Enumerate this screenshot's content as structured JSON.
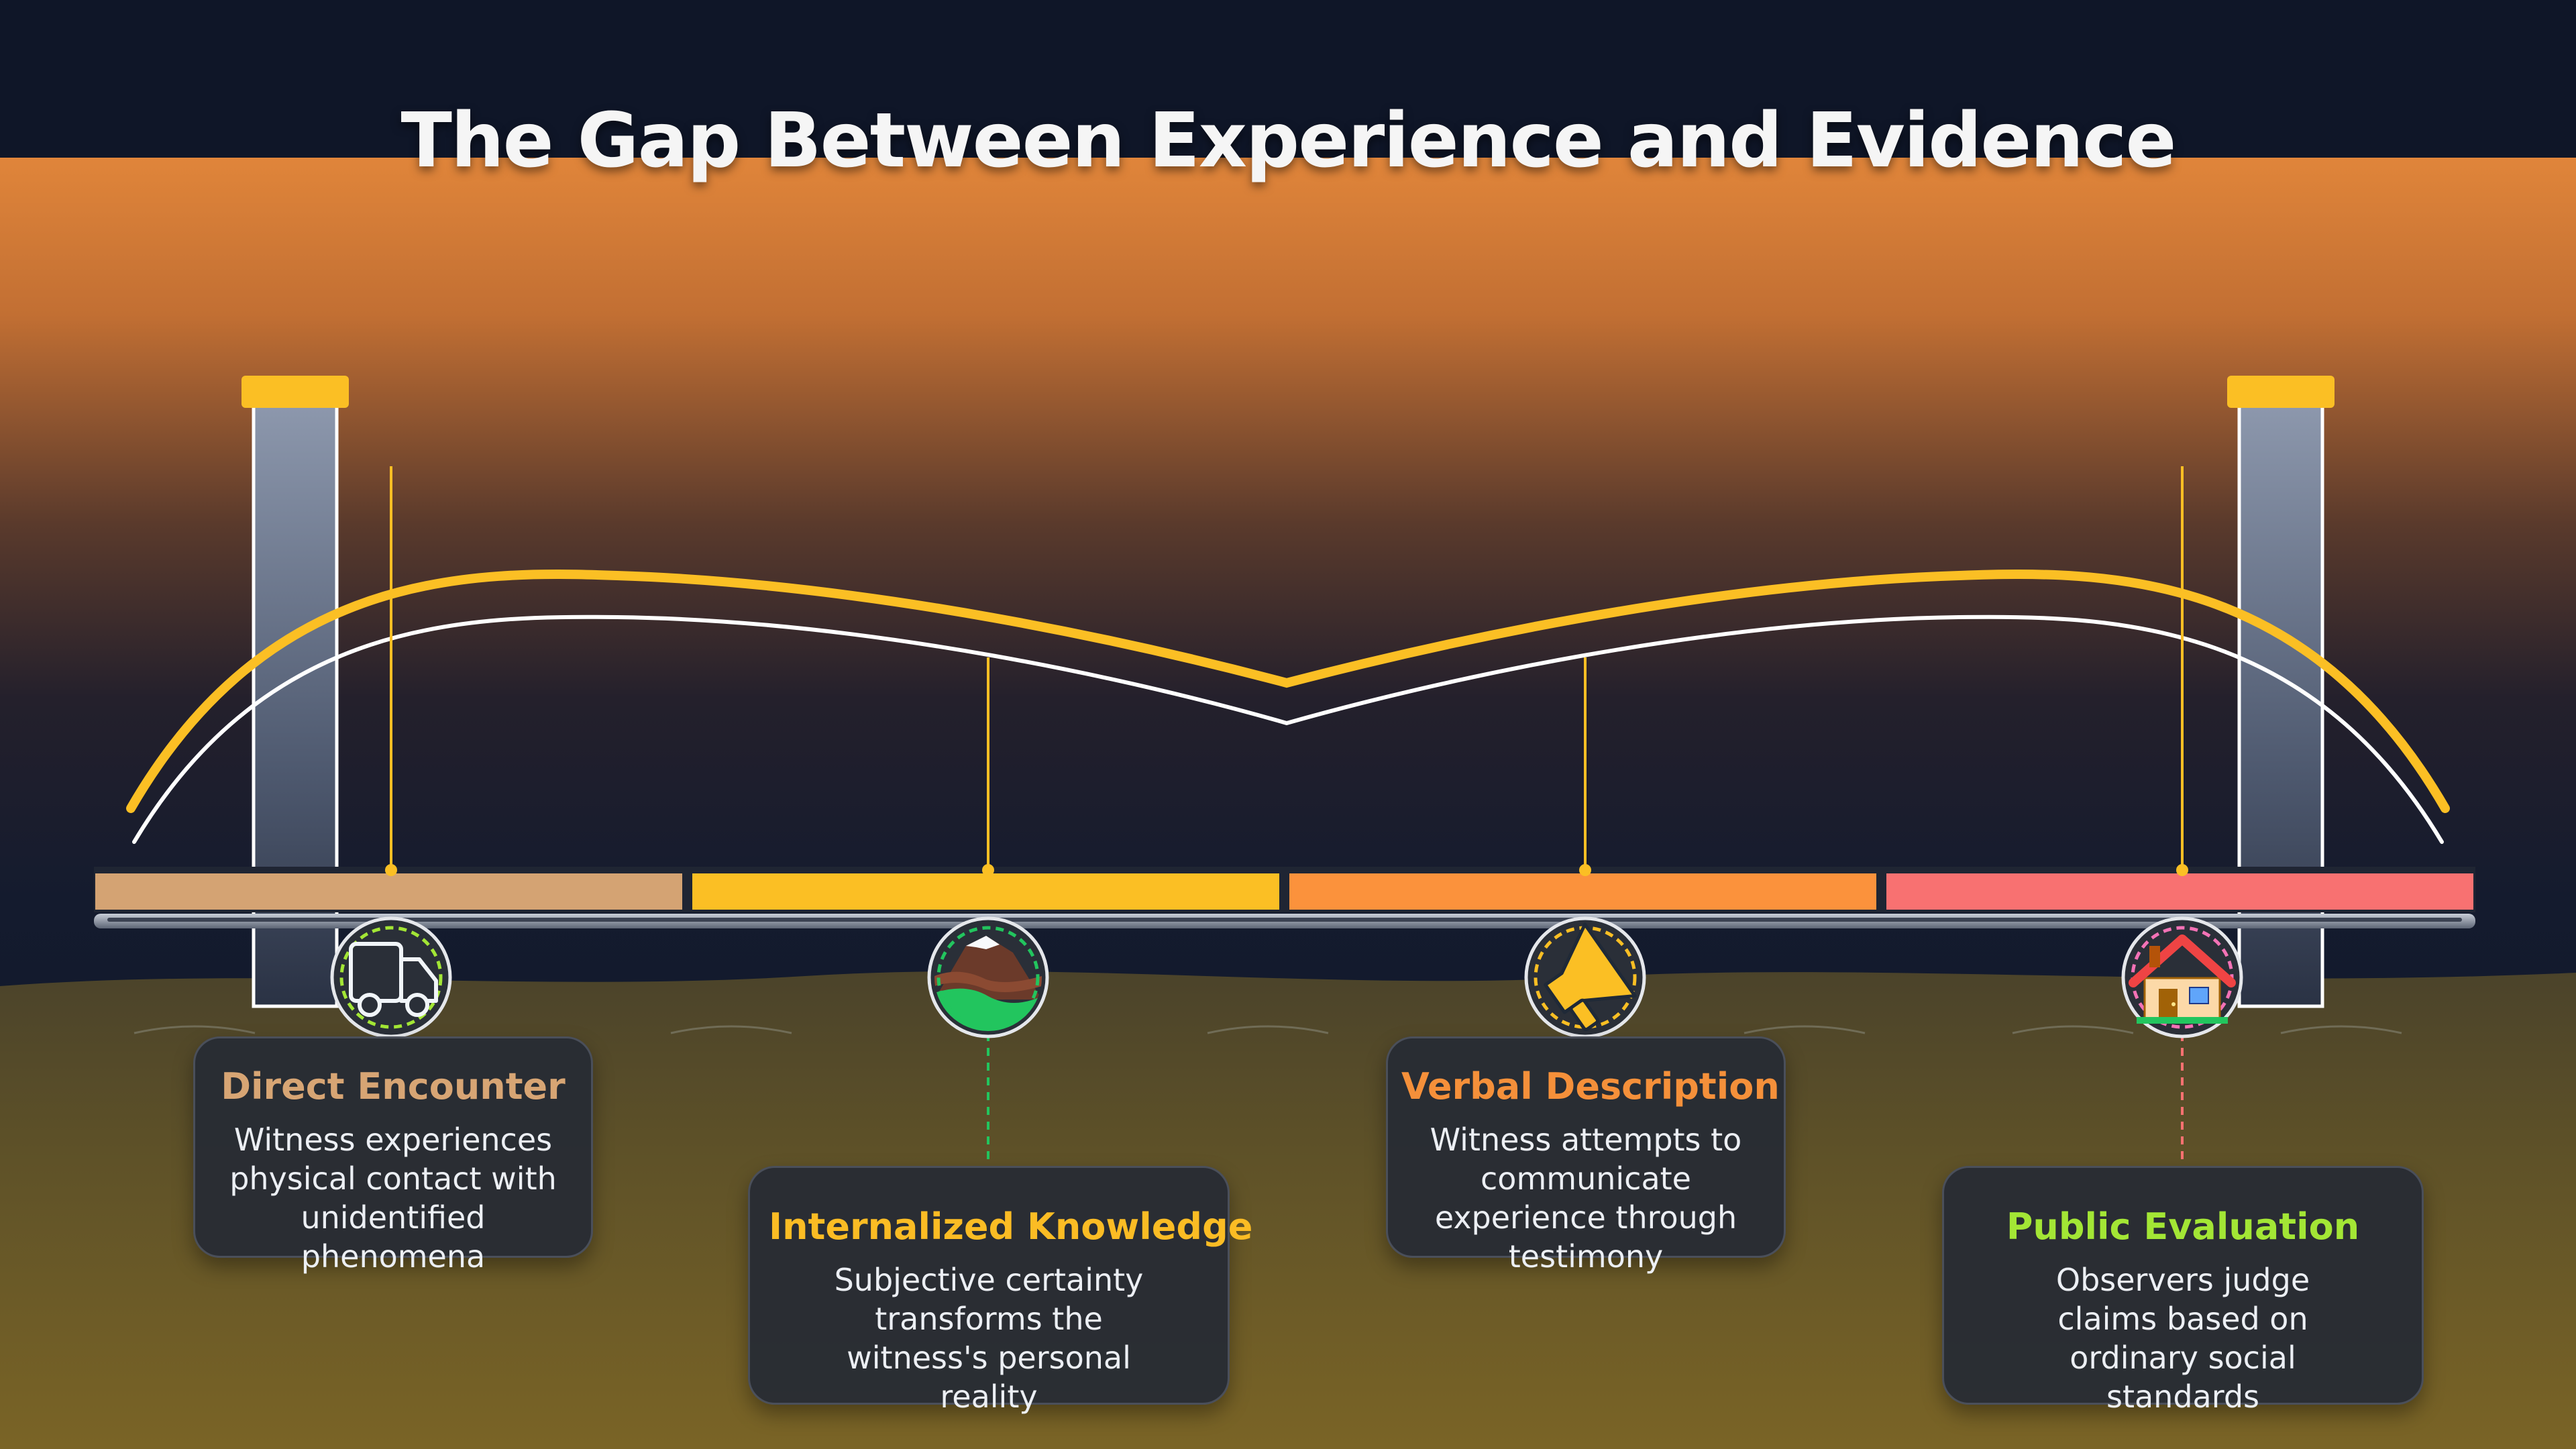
{
  "title": "The Gap Between Experience and Evidence",
  "colors": {
    "sky_top": "#0d1426",
    "sky_glow": "#e08a3c",
    "ground": "#6f5a28",
    "cable_gold": "#fbbf24",
    "cable_white": "#ffffff",
    "tower": "#8b95a8"
  },
  "stages": [
    {
      "title": "Direct Encounter",
      "description": "Witness experiences physical contact with unidentified phenomena",
      "color": "#d4a373",
      "icon": "truck-icon"
    },
    {
      "title": "Internalized Knowledge",
      "description": "Subjective certainty transforms the witness's personal reality",
      "color": "#fbbf24",
      "icon": "mountain-icon"
    },
    {
      "title": "Verbal Description",
      "description": "Witness attempts to communicate experience through testimony",
      "color": "#fb923c",
      "icon": "megaphone-icon"
    },
    {
      "title": "Public Evaluation",
      "description": "Observers judge claims based on ordinary social standards",
      "color": "#f87171",
      "icon": "house-icon"
    }
  ]
}
